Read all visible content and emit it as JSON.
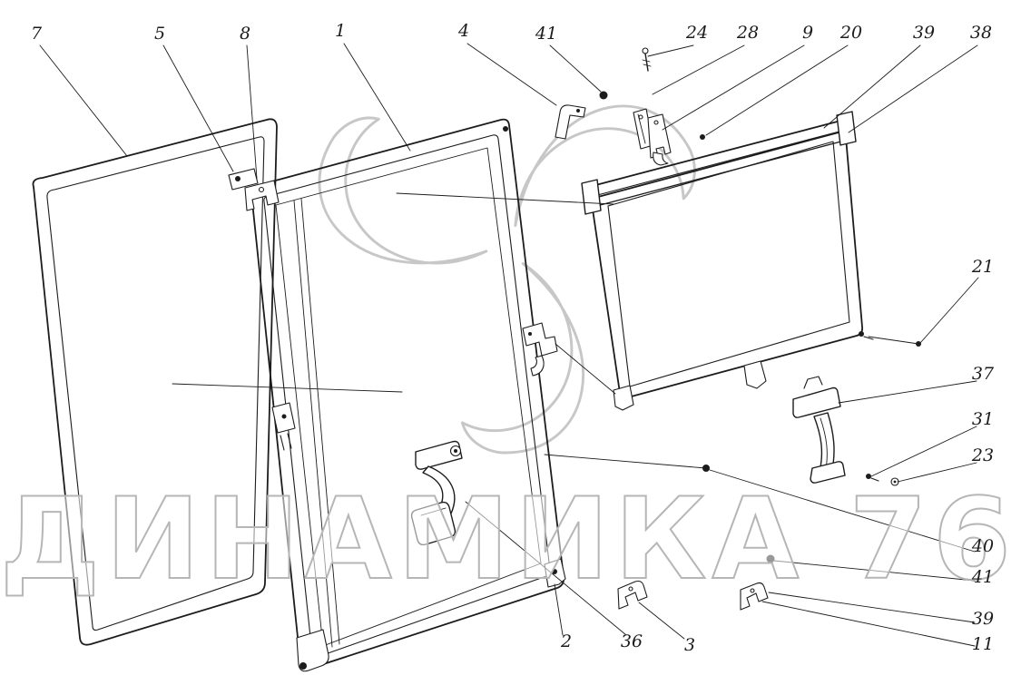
{
  "watermark": {
    "text": "ДИНАМИКА 76"
  },
  "colors": {
    "line": "#1c1c1c",
    "watermark": "#b6b6b6",
    "swirl": "#c7c7c7"
  },
  "callouts": [
    {
      "label": "7"
    },
    {
      "label": "5"
    },
    {
      "label": "8"
    },
    {
      "label": "1"
    },
    {
      "label": "4"
    },
    {
      "label": "41"
    },
    {
      "label": "24"
    },
    {
      "label": "28"
    },
    {
      "label": "9"
    },
    {
      "label": "20"
    },
    {
      "label": "39"
    },
    {
      "label": "38"
    },
    {
      "label": "21"
    },
    {
      "label": "37"
    },
    {
      "label": "31"
    },
    {
      "label": "23"
    },
    {
      "label": "40"
    },
    {
      "label": "41"
    },
    {
      "label": "39"
    },
    {
      "label": "11"
    },
    {
      "label": "2"
    },
    {
      "label": "36"
    },
    {
      "label": "3"
    }
  ]
}
